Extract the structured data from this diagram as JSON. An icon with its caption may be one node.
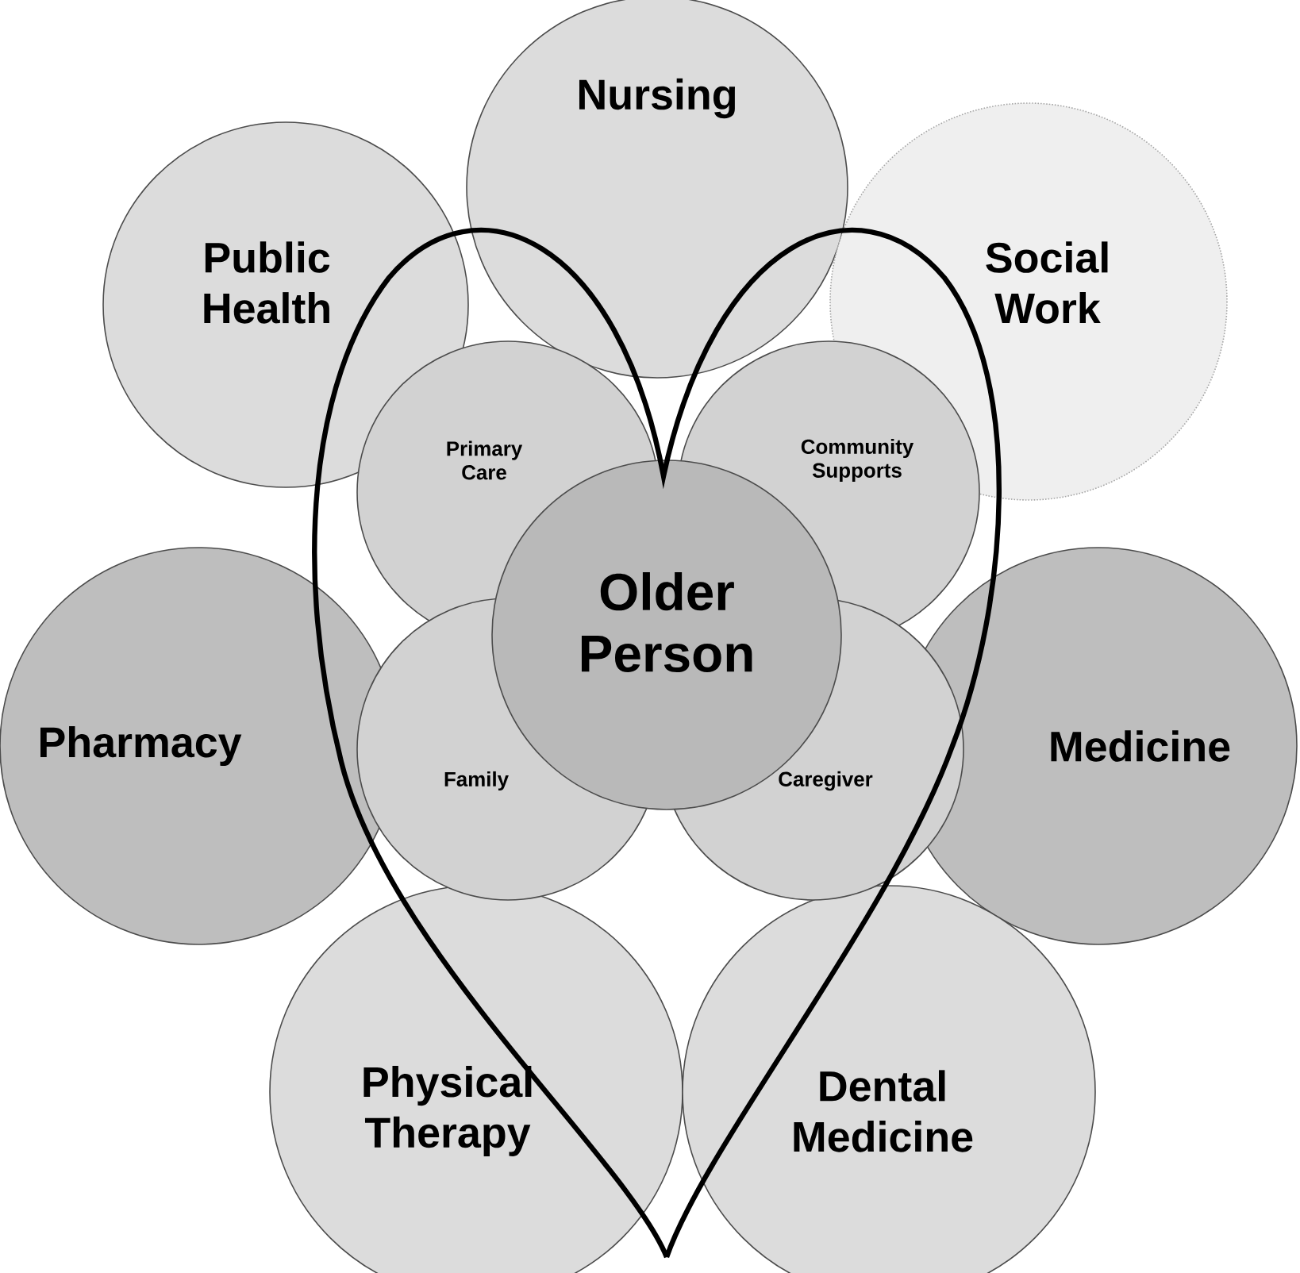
{
  "diagram": {
    "nodes": [
      {
        "text": [
          "Nursing"
        ]
      },
      {
        "text": [
          "Public Health"
        ]
      },
      {
        "text": [
          "Social Work"
        ]
      },
      {
        "text": [
          "Pharmacy"
        ]
      },
      {
        "text": [
          "Medicine"
        ]
      },
      {
        "text": [
          "Physical Therapy"
        ]
      },
      {
        "text": [
          "Dental Medicine"
        ]
      },
      {
        "text": [
          "Primary Care"
        ]
      },
      {
        "text": [
          "Community Supports"
        ]
      },
      {
        "text": [
          "Family"
        ]
      },
      {
        "text": [
          "Caregiver"
        ]
      },
      {
        "text": [
          "Older Person"
        ]
      }
    ]
  }
}
